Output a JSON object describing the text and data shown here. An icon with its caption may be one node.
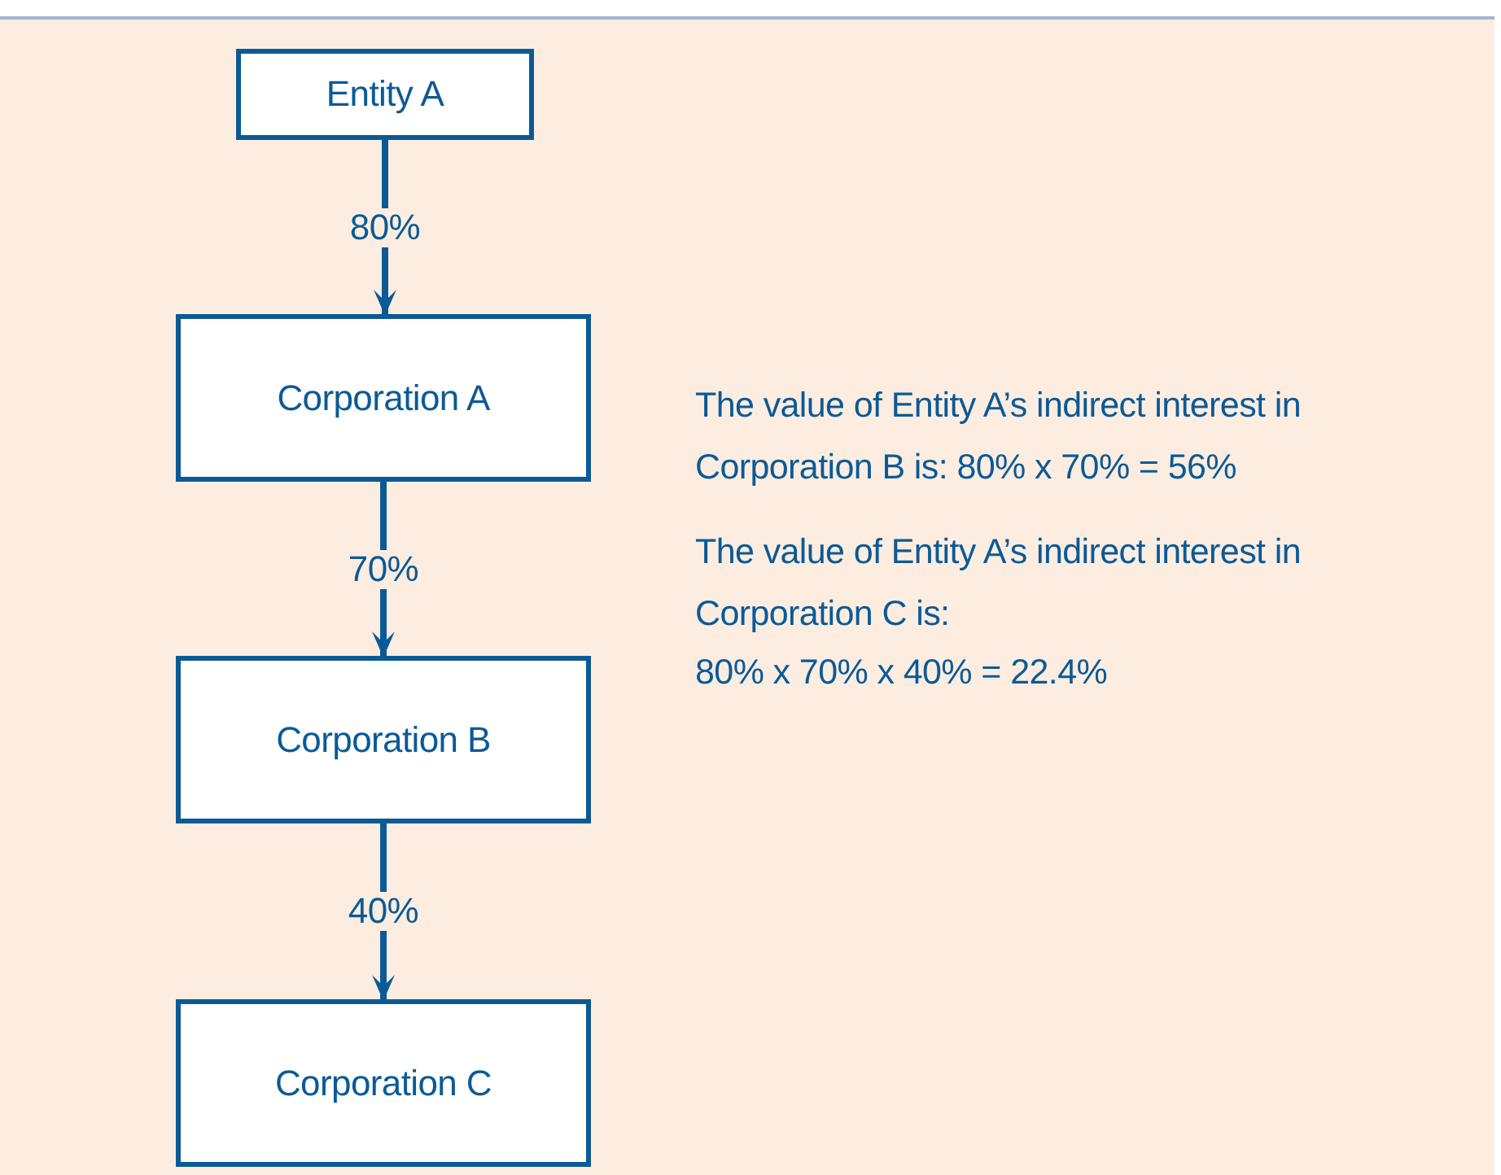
{
  "diagram": {
    "nodes": [
      {
        "text": [
          "Entity A"
        ]
      },
      {
        "text": [
          "Corporation A"
        ]
      },
      {
        "text": [
          "Corporation B"
        ]
      },
      {
        "text": [
          "Corporation C"
        ]
      }
    ],
    "edges": [
      {
        "from": 0,
        "to": 1,
        "arrow": "to",
        "label": "80%"
      },
      {
        "from": 1,
        "to": 2,
        "arrow": "to",
        "label": "70%"
      },
      {
        "from": 2,
        "to": 3,
        "arrow": "to",
        "label": "40%"
      }
    ],
    "labels": [
      "The value of Entity A’s indirect interest in Corporation B is: 80% x 70% = 56%",
      "The value of Entity A’s indirect interest in Corporation C is:",
      "80% x 70% x 40% = 22.4%"
    ]
  }
}
